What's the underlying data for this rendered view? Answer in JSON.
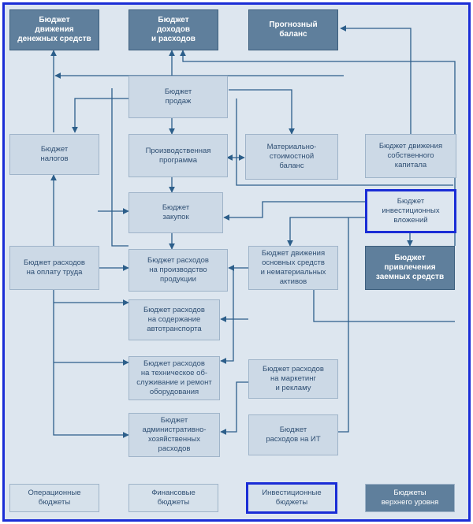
{
  "boxes": {
    "cashflow": "Бюджет\nдвижения\nденежных средств",
    "income": "Бюджет\nдоходов\nи расходов",
    "forecast": "Прогнозный\nбаланс",
    "sales": "Бюджет\nпродаж",
    "taxes": "Бюджет\nналогов",
    "production": "Производственная\nпрограмма",
    "material": "Материально-\nстоимостной\nбаланс",
    "equity": "Бюджет движения\nсобственного\nкапитала",
    "purchases": "Бюджет\nзакупок",
    "investment": "Бюджет\nинвестиционных\nвложений",
    "labor": "Бюджет расходов\nна оплату труда",
    "prod_costs": "Бюджет расходов\nна производство\nпродукции",
    "fixed_assets": "Бюджет движения\nосновных средств\nи нематериальных\nактивов",
    "loans": "Бюджет\nпривлечения\nзаемных средств",
    "transport": "Бюджет расходов\nна содержание\nавтотранспорта",
    "maintenance": "Бюджет расходов\nна техническое об-\nслуживание и ремонт\nоборудования",
    "marketing": "Бюджет расходов\nна маркетинг\nи рекламу",
    "admin": "Бюджет\nадминистративно-\nхозяйственных\nрасходов",
    "it": "Бюджет\nрасходов на ИТ"
  },
  "legend": {
    "operational": "Операционные\nбюджеты",
    "financial": "Финансовые\nбюджеты",
    "investment": "Инвестиционные\nбюджеты",
    "top_level": "Бюджеты\nверхнего уровня"
  },
  "colors": {
    "highlight_border": "#1a2dd6",
    "line": "#2c5e8a",
    "top_box": "#5f7f9c",
    "box": "#ccd9e6"
  }
}
